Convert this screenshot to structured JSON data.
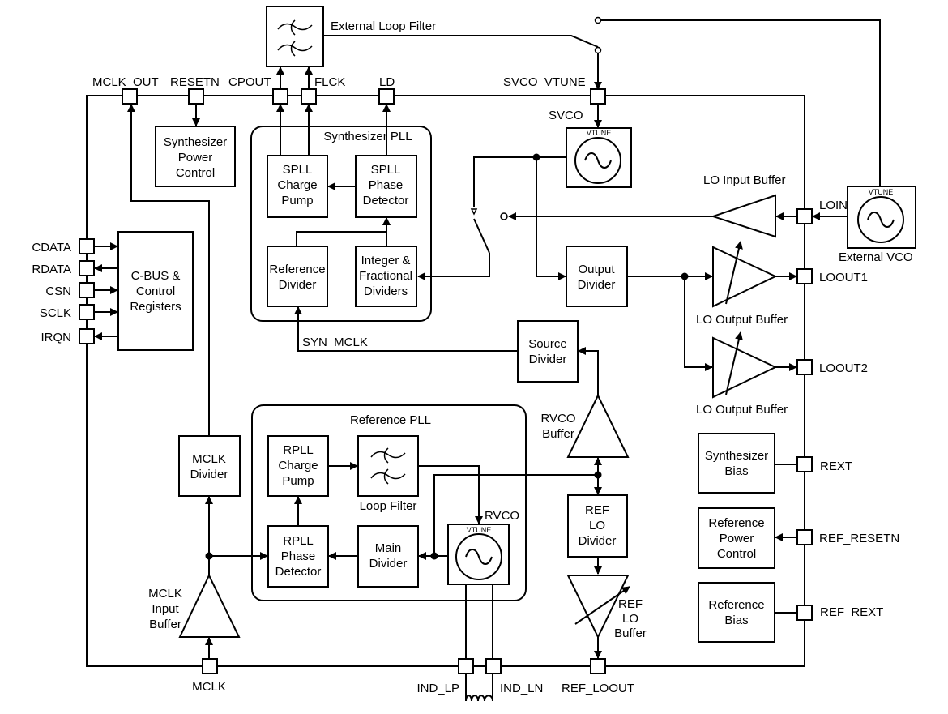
{
  "blocks": {
    "ext_loop_filter": "External Loop Filter",
    "synth_power": [
      "Synthesizer",
      "Power",
      "Control"
    ],
    "synth_pll": "Synthesizer PLL",
    "spll_cp": [
      "SPLL",
      "Charge",
      "Pump"
    ],
    "spll_pd": [
      "SPLL",
      "Phase",
      "Detector"
    ],
    "ref_div": [
      "Reference",
      "Divider"
    ],
    "int_frac": [
      "Integer &",
      "Fractional",
      "Dividers"
    ],
    "svco": "SVCO",
    "vtune": "VTUNE",
    "lo_input_buffer": "LO Input Buffer",
    "external_vco": "External VCO",
    "output_divider": [
      "Output",
      "Divider"
    ],
    "lo_output_buffer_1": "LO Output Buffer",
    "lo_output_buffer_2": "LO Output Buffer",
    "cbus": [
      "C-BUS &",
      "Control",
      "Registers"
    ],
    "source_divider": [
      "Source",
      "Divider"
    ],
    "syn_mclk": "SYN_MCLK",
    "rvco_buffer": [
      "RVCO",
      "Buffer"
    ],
    "ref_pll": "Reference PLL",
    "rpll_cp": [
      "RPLL",
      "Charge",
      "Pump"
    ],
    "loop_filter": "Loop Filter",
    "rvco": "RVCO",
    "rpll_pd": [
      "RPLL",
      "Phase",
      "Detector"
    ],
    "main_divider": [
      "Main",
      "Divider"
    ],
    "mclk_divider": [
      "MCLK",
      "Divider"
    ],
    "mclk_input_buffer": [
      "MCLK",
      "Input",
      "Buffer"
    ],
    "ref_lo_divider": [
      "REF",
      "LO",
      "Divider"
    ],
    "ref_lo_buffer": [
      "REF",
      "LO",
      "Buffer"
    ],
    "synth_bias": [
      "Synthesizer",
      "Bias"
    ],
    "ref_power": [
      "Reference",
      "Power",
      "Control"
    ],
    "ref_bias": [
      "Reference",
      "Bias"
    ]
  },
  "pins": {
    "mclk_out": "MCLK_OUT",
    "resetn": "RESETN",
    "cpout": "CPOUT",
    "flck": "FLCK",
    "ld": "LD",
    "svco_vtune": "SVCO_VTUNE",
    "cdata": "CDATA",
    "rdata": "RDATA",
    "csn": "CSN",
    "sclk": "SCLK",
    "irqn": "IRQN",
    "loin": "LOIN",
    "loout1": "LOOUT1",
    "loout2": "LOOUT2",
    "rext": "REXT",
    "ref_resetn": "REF_RESETN",
    "ref_rext": "REF_REXT",
    "mclk": "MCLK",
    "ind_lp": "IND_LP",
    "ind_ln": "IND_LN",
    "ref_loout": "REF_LOOUT"
  }
}
